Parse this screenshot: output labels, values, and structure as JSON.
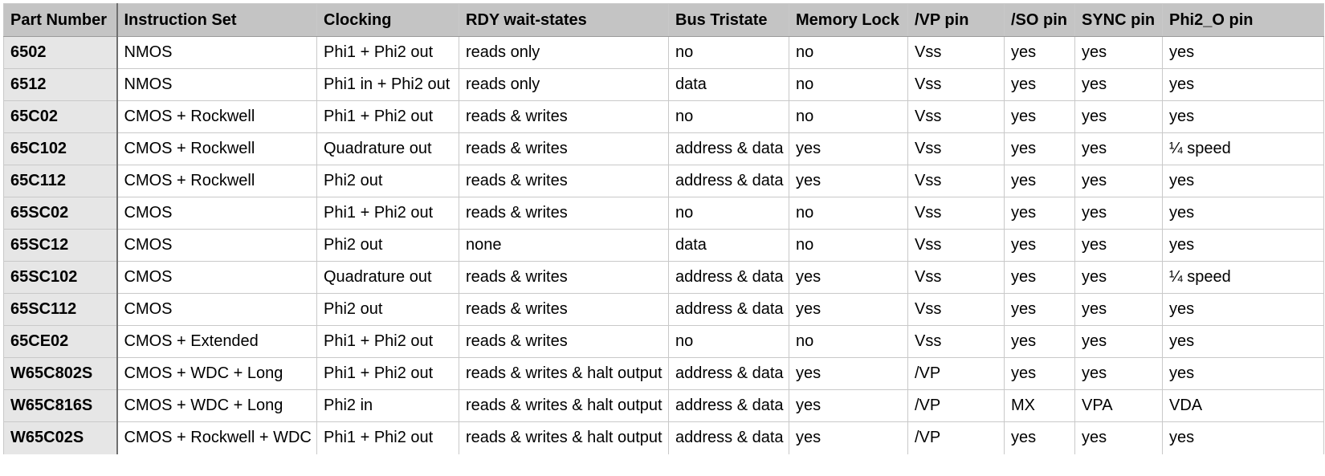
{
  "table": {
    "headers": [
      "Part Number",
      "Instruction Set",
      "Clocking",
      "RDY wait-states",
      "Bus Tristate",
      "Memory Lock",
      "/VP pin",
      "/SO pin",
      "SYNC pin",
      "Phi2_O pin"
    ],
    "rows": [
      [
        "6502",
        "NMOS",
        "Phi1 + Phi2 out",
        "reads only",
        "no",
        "no",
        "Vss",
        "yes",
        "yes",
        "yes"
      ],
      [
        "6512",
        "NMOS",
        "Phi1 in + Phi2 out",
        "reads only",
        "data",
        "no",
        "Vss",
        "yes",
        "yes",
        "yes"
      ],
      [
        "65C02",
        "CMOS + Rockwell",
        "Phi1 + Phi2 out",
        "reads & writes",
        "no",
        "no",
        "Vss",
        "yes",
        "yes",
        "yes"
      ],
      [
        "65C102",
        "CMOS + Rockwell",
        "Quadrature out",
        "reads & writes",
        "address & data",
        "yes",
        "Vss",
        "yes",
        "yes",
        "¼ speed"
      ],
      [
        "65C112",
        "CMOS + Rockwell",
        "Phi2 out",
        "reads & writes",
        "address & data",
        "yes",
        "Vss",
        "yes",
        "yes",
        "yes"
      ],
      [
        "65SC02",
        "CMOS",
        "Phi1 + Phi2 out",
        "reads & writes",
        "no",
        "no",
        "Vss",
        "yes",
        "yes",
        "yes"
      ],
      [
        "65SC12",
        "CMOS",
        "Phi2 out",
        "none",
        "data",
        "no",
        "Vss",
        "yes",
        "yes",
        "yes"
      ],
      [
        "65SC102",
        "CMOS",
        "Quadrature out",
        "reads & writes",
        "address & data",
        "yes",
        "Vss",
        "yes",
        "yes",
        "¼ speed"
      ],
      [
        "65SC112",
        "CMOS",
        "Phi2 out",
        "reads & writes",
        "address & data",
        "yes",
        "Vss",
        "yes",
        "yes",
        "yes"
      ],
      [
        "65CE02",
        "CMOS + Extended",
        "Phi1 + Phi2 out",
        "reads & writes",
        "no",
        "no",
        "Vss",
        "yes",
        "yes",
        "yes"
      ],
      [
        "W65C802S",
        "CMOS + WDC + Long",
        "Phi1 + Phi2 out",
        "reads & writes & halt output",
        "address & data",
        "yes",
        "/VP",
        "yes",
        "yes",
        "yes"
      ],
      [
        "W65C816S",
        "CMOS + WDC + Long",
        "Phi2 in",
        "reads & writes & halt output",
        "address & data",
        "yes",
        "/VP",
        "MX",
        "VPA",
        "VDA"
      ],
      [
        "W65C02S",
        "CMOS + Rockwell + WDC",
        "Phi1 + Phi2 out",
        "reads & writes & halt output",
        "address & data",
        "yes",
        "/VP",
        "yes",
        "yes",
        "yes"
      ]
    ]
  }
}
